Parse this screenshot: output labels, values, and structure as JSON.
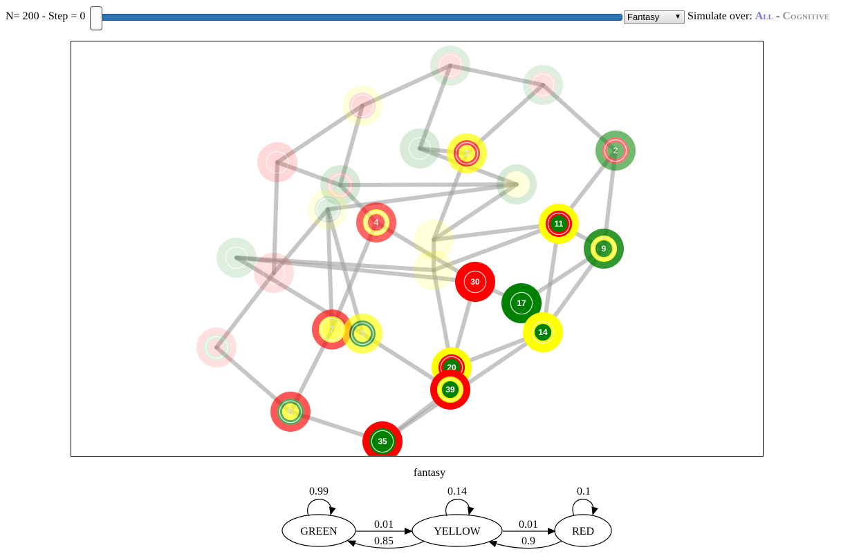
{
  "topbar": {
    "n_step": "N= 200 - Step = 0",
    "dropdown_value": "Fantasy",
    "dropdown_arrow": "▼",
    "simulate_label": "Simulate over:",
    "link_all": "All",
    "separator": "-",
    "link_cognitive": "Cognitive"
  },
  "slider": {
    "value": 0
  },
  "graph": {
    "colors": {
      "green": "#008000",
      "yellow": "#ffff00",
      "red": "#ff0000",
      "edge": "#a0a0a0"
    },
    "nodes": [
      {
        "id": "n1",
        "label": "",
        "rings": [
          "green",
          "red",
          "red"
        ],
        "opacity": 0.12
      },
      {
        "id": "n2",
        "label": "",
        "rings": [
          "green",
          "red",
          "red"
        ],
        "opacity": 0.12
      },
      {
        "id": "n3",
        "label": "",
        "rings": [
          "yellow",
          "red",
          "red"
        ],
        "opacity": 0.15
      },
      {
        "id": "n4",
        "label": "",
        "rings": [
          "green",
          "green",
          "green"
        ],
        "opacity": 0.15
      },
      {
        "id": "n5",
        "label": "3",
        "rings": [
          "yellow",
          "red",
          "yellow"
        ],
        "opacity": 0.7
      },
      {
        "id": "n6",
        "label": "2",
        "rings": [
          "green",
          "red",
          "green"
        ],
        "opacity": 0.55
      },
      {
        "id": "n7",
        "label": "",
        "rings": [
          "red",
          "red",
          "red"
        ],
        "opacity": 0.15
      },
      {
        "id": "n8",
        "label": "",
        "rings": [
          "green",
          "red",
          "green"
        ],
        "opacity": 0.15
      },
      {
        "id": "n9",
        "label": "",
        "rings": [
          "green",
          "yellow",
          "yellow"
        ],
        "opacity": 0.15
      },
      {
        "id": "n10",
        "label": "",
        "rings": [
          "yellow",
          "yellow",
          "yellow"
        ],
        "opacity": 0.15
      },
      {
        "id": "n11",
        "label": "4",
        "rings": [
          "red",
          "yellow",
          "red"
        ],
        "opacity": 0.6
      },
      {
        "id": "n12",
        "label": "11",
        "rings": [
          "yellow",
          "red",
          "green"
        ],
        "opacity": 1.0
      },
      {
        "id": "n13",
        "label": "9",
        "rings": [
          "green",
          "yellow",
          "green"
        ],
        "opacity": 0.8
      },
      {
        "id": "n14",
        "label": "",
        "rings": [
          "green",
          "green",
          "green"
        ],
        "opacity": 0.12
      },
      {
        "id": "n15",
        "label": "",
        "rings": [
          "red",
          "red",
          "red"
        ],
        "opacity": 0.12
      },
      {
        "id": "n16",
        "label": "",
        "rings": [
          "yellow",
          "green",
          "green"
        ],
        "opacity": 0.12
      },
      {
        "id": "n17",
        "label": "",
        "rings": [
          "yellow",
          "yellow",
          "yellow"
        ],
        "opacity": 0.15
      },
      {
        "id": "n18",
        "label": "30",
        "rings": [
          "red",
          "red",
          "red"
        ],
        "opacity": 1.0
      },
      {
        "id": "n19",
        "label": "17",
        "rings": [
          "green",
          "green",
          "green"
        ],
        "opacity": 1.0
      },
      {
        "id": "n20",
        "label": "7",
        "rings": [
          "red",
          "yellow",
          "yellow"
        ],
        "opacity": 0.65
      },
      {
        "id": "n21",
        "label": "3",
        "rings": [
          "yellow",
          "green",
          "yellow"
        ],
        "opacity": 0.65
      },
      {
        "id": "n22",
        "label": "14",
        "rings": [
          "yellow",
          "yellow",
          "green"
        ],
        "opacity": 1.0
      },
      {
        "id": "n23",
        "label": "",
        "rings": [
          "red",
          "green",
          "red"
        ],
        "opacity": 0.12
      },
      {
        "id": "n24",
        "label": "20",
        "rings": [
          "yellow",
          "red",
          "green"
        ],
        "opacity": 1.0
      },
      {
        "id": "n25",
        "label": "39",
        "rings": [
          "red",
          "yellow",
          "green"
        ],
        "opacity": 1.0
      },
      {
        "id": "n26",
        "label": "5",
        "rings": [
          "red",
          "green",
          "yellow"
        ],
        "opacity": 0.65
      },
      {
        "id": "n27",
        "label": "35",
        "rings": [
          "red",
          "green",
          "green"
        ],
        "opacity": 1.0
      }
    ],
    "edges": [
      [
        "n1",
        "n2"
      ],
      [
        "n1",
        "n3"
      ],
      [
        "n1",
        "n4"
      ],
      [
        "n2",
        "n5"
      ],
      [
        "n2",
        "n6"
      ],
      [
        "n3",
        "n7"
      ],
      [
        "n3",
        "n8"
      ],
      [
        "n4",
        "n5"
      ],
      [
        "n4",
        "n9"
      ],
      [
        "n5",
        "n10"
      ],
      [
        "n6",
        "n12"
      ],
      [
        "n6",
        "n13"
      ],
      [
        "n7",
        "n8"
      ],
      [
        "n7",
        "n15"
      ],
      [
        "n8",
        "n9"
      ],
      [
        "n8",
        "n11"
      ],
      [
        "n9",
        "n10"
      ],
      [
        "n9",
        "n16"
      ],
      [
        "n10",
        "n12"
      ],
      [
        "n10",
        "n17"
      ],
      [
        "n11",
        "n18"
      ],
      [
        "n11",
        "n20"
      ],
      [
        "n12",
        "n13"
      ],
      [
        "n12",
        "n17"
      ],
      [
        "n12",
        "n22"
      ],
      [
        "n13",
        "n19"
      ],
      [
        "n13",
        "n22"
      ],
      [
        "n14",
        "n17"
      ],
      [
        "n14",
        "n18"
      ],
      [
        "n14",
        "n21"
      ],
      [
        "n15",
        "n16"
      ],
      [
        "n15",
        "n23"
      ],
      [
        "n16",
        "n20"
      ],
      [
        "n16",
        "n21"
      ],
      [
        "n17",
        "n24"
      ],
      [
        "n18",
        "n19"
      ],
      [
        "n18",
        "n24"
      ],
      [
        "n19",
        "n22"
      ],
      [
        "n20",
        "n26"
      ],
      [
        "n21",
        "n25"
      ],
      [
        "n22",
        "n24"
      ],
      [
        "n22",
        "n27"
      ],
      [
        "n23",
        "n26"
      ],
      [
        "n25",
        "n27"
      ],
      [
        "n26",
        "n27"
      ]
    ]
  },
  "markov": {
    "title": "fantasy",
    "states": [
      "GREEN",
      "YELLOW",
      "RED"
    ],
    "self_loops": {
      "green": "0.99",
      "yellow": "0.14",
      "red": "0.1"
    },
    "transitions": {
      "green_to_yellow": "0.01",
      "yellow_to_green": "0.85",
      "yellow_to_red": "0.01",
      "red_to_yellow": "0.9"
    }
  }
}
